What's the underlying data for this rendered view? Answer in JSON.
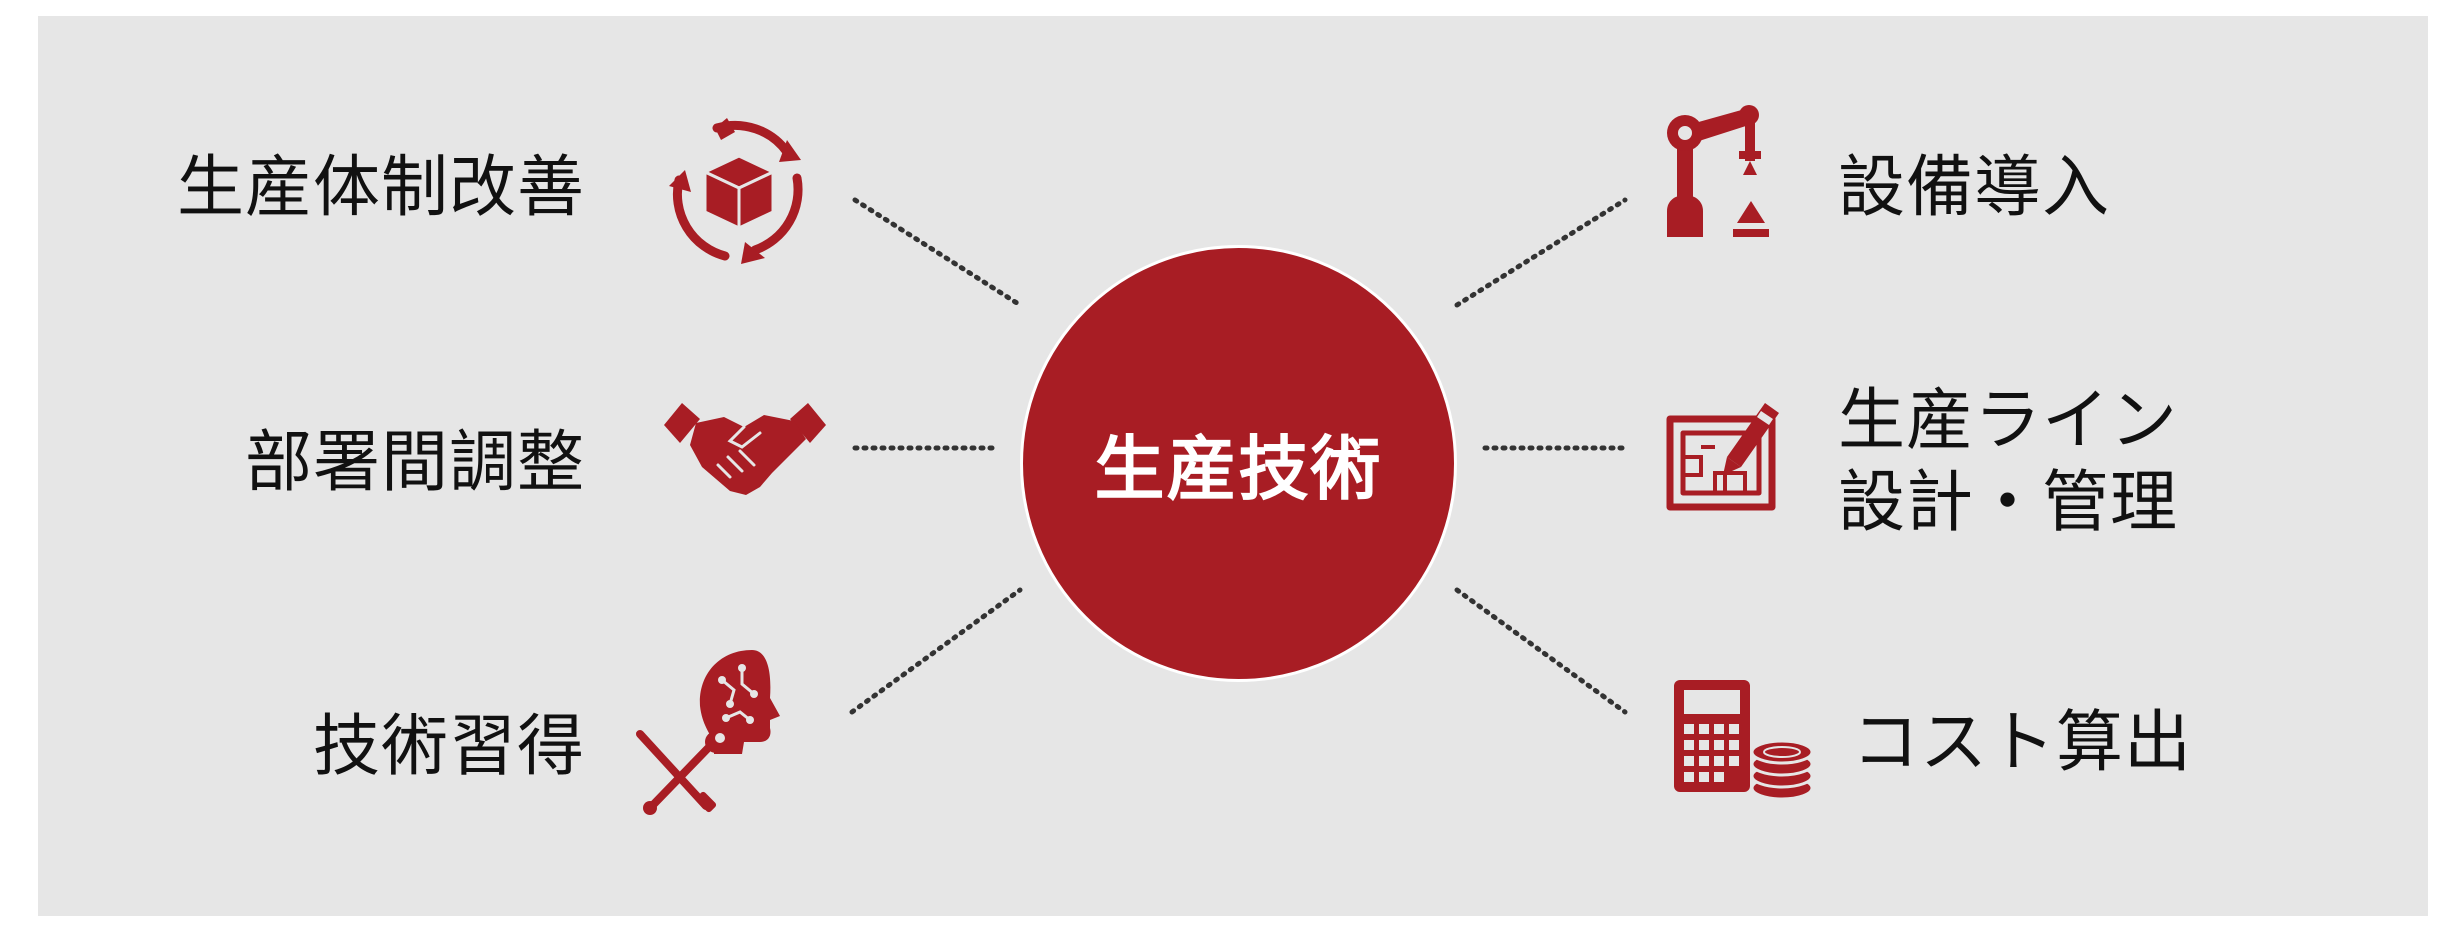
{
  "center": {
    "label": "生産技術"
  },
  "left_items": [
    {
      "label": "生産体制改善",
      "icon": "box-cycle-icon"
    },
    {
      "label": "部署間調整",
      "icon": "handshake-icon"
    },
    {
      "label": "技術習得",
      "icon": "brain-tools-icon"
    }
  ],
  "right_items": [
    {
      "label": "設備導入",
      "icon": "robot-arm-icon"
    },
    {
      "label": "生産ライン\n設計・管理",
      "icon": "blueprint-edit-icon"
    },
    {
      "label": "コスト算出",
      "icon": "calculator-coins-icon"
    }
  ],
  "colors": {
    "accent": "#a81d24",
    "background": "#e6e6e6",
    "text": "#111111",
    "connector": "#333333"
  }
}
